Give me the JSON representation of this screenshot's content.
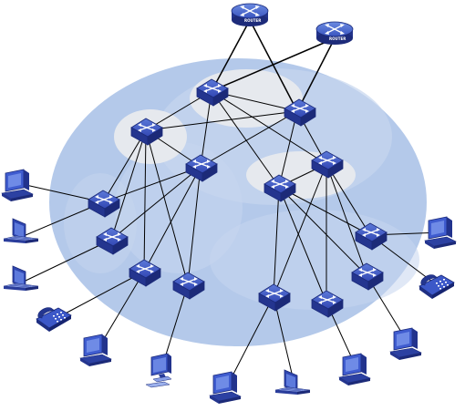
{
  "diagram": {
    "routers": [
      {
        "id": "r1",
        "label": "ROUTER"
      },
      {
        "id": "r2",
        "label": "ROUTER"
      }
    ],
    "icons": {
      "router": "router-icon",
      "switch": "switch-icon",
      "pc": "desktop-computer-icon",
      "laptop": "laptop-icon",
      "phone": "ip-phone-icon",
      "monitor": "monitor-icon"
    },
    "colors": {
      "background_cloud": "#a7bfe6",
      "inner_region": "#c6d6ee",
      "highlight_region": "#e6e9ee",
      "device_blue": "#2a3fa8",
      "link": "#000000"
    }
  }
}
